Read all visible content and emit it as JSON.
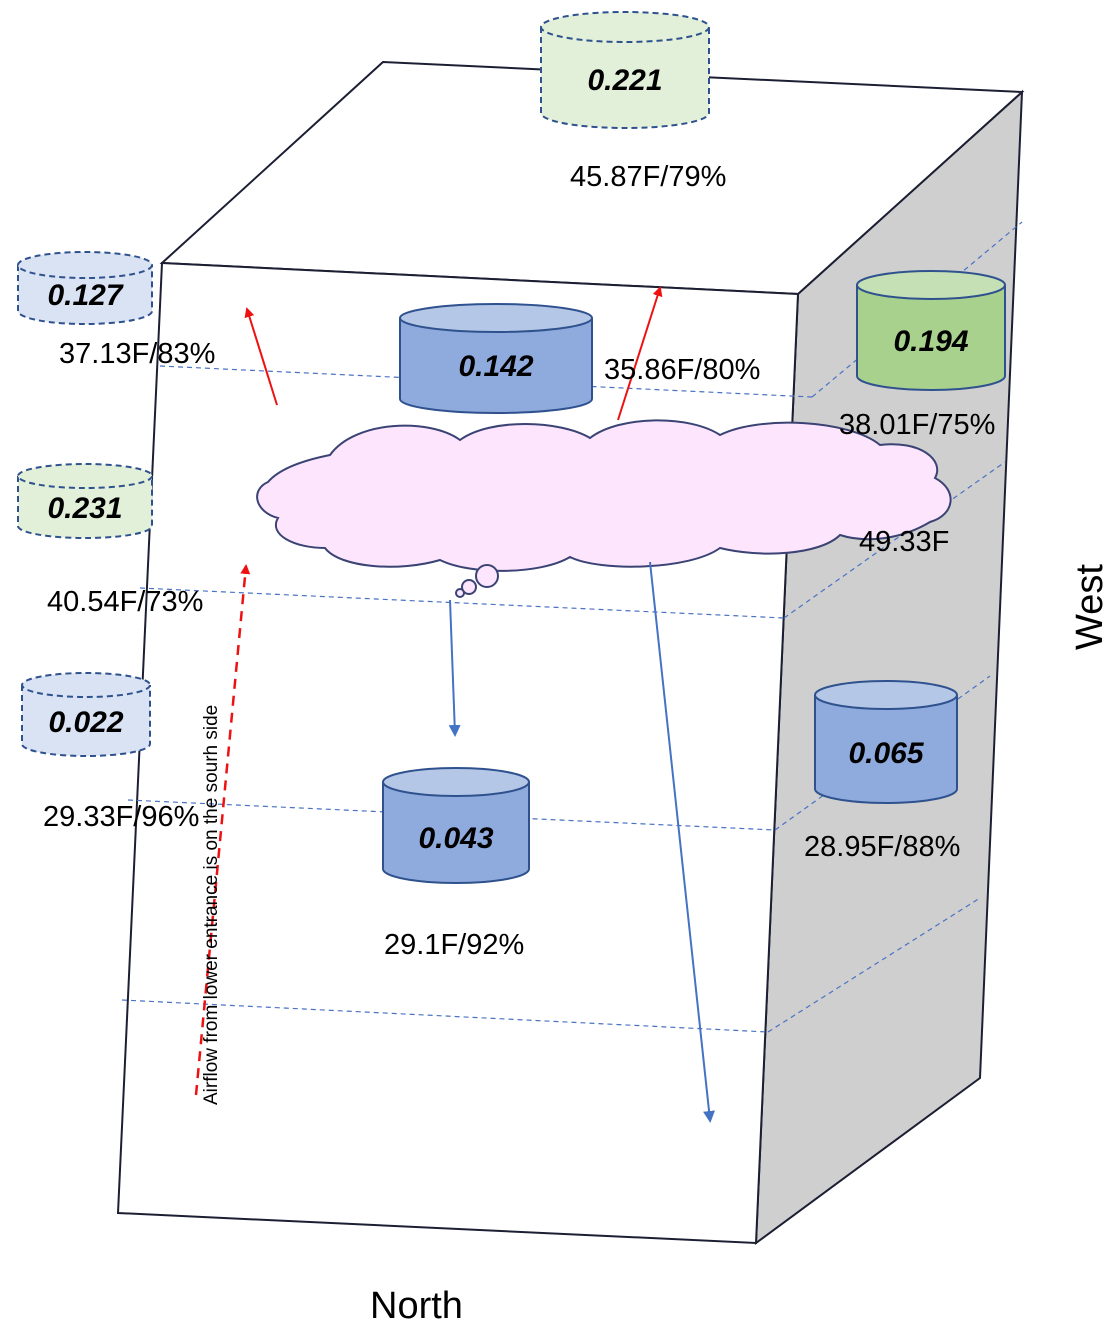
{
  "colors": {
    "outline": "#1c1f33",
    "side_face": "#cfcfcf",
    "dashed_line": "#4a72c4",
    "arrow_red": "#ee1111",
    "arrow_blue": "#4472c4",
    "cloud_fill": "#fde5fd",
    "cloud_stroke": "#3a4373",
    "cyl_blue": "#8faadc",
    "cyl_blue_top": "#b4c7e7",
    "cyl_blue_light": "#dae3f3",
    "cyl_green": "#a9d18e",
    "cyl_green_top": "#c5e0b4",
    "cyl_green_light": "#e2f0d9",
    "cyl_stroke": "#2f528f"
  },
  "sensors": [
    {
      "value": "0.221",
      "reading": "45.87F/79%",
      "style": "dashed-green-light"
    },
    {
      "value": "0.127",
      "reading": "37.13F/83%",
      "style": "dashed-blue-light"
    },
    {
      "value": "0.142",
      "reading": "35.86F/80%",
      "style": "solid-blue"
    },
    {
      "value": "0.194",
      "reading": "38.01F/75%",
      "style": "solid-green"
    },
    {
      "value": "0.231",
      "reading": "40.54F/73%",
      "style": "dashed-green-light"
    },
    {
      "value": "0.022",
      "reading": "29.33F/96%",
      "style": "dashed-blue-light"
    },
    {
      "value": "0.043",
      "reading": "29.1F/92%",
      "style": "solid-blue"
    },
    {
      "value": "0.065",
      "reading": "28.95F/88%",
      "style": "solid-blue"
    }
  ],
  "cloud_reading": "49.33F",
  "airflow_note": "Airflow from lower entrance is on the sourh side",
  "directions": {
    "north": "North",
    "west": "West"
  }
}
